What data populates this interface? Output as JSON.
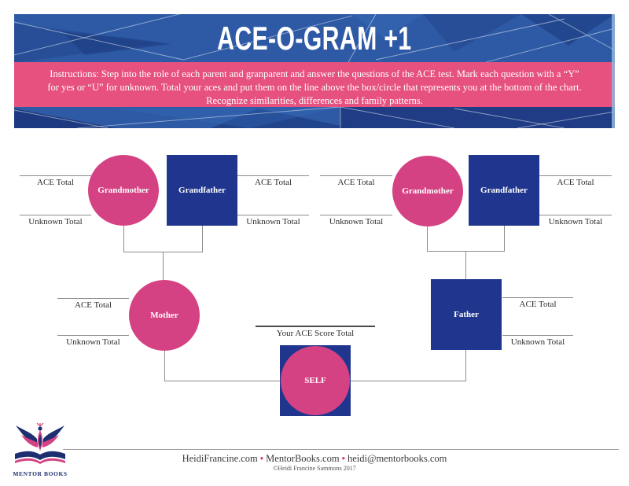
{
  "title": "ACE-O-GRAM +1",
  "instructions": {
    "line1": "Instructions: Step into the role of each parent and granparent and answer the questions of the ACE test.  Mark each question with a “Y”",
    "line2": "for yes or “U” for unknown.  Total your aces and put them on the line above the box/circle that represents you at the bottom of the chart.",
    "line3": "Recognize similarities, differences and family patterns."
  },
  "diagram": {
    "ace_total_label": "ACE Total",
    "unknown_total_label": "Unknown Total",
    "self_score_label": "Your ACE Score Total",
    "people": {
      "maternal_grandmother": "Grandmother",
      "maternal_grandfather": "Grandfather",
      "paternal_grandmother": "Grandmother",
      "paternal_grandfather": "Grandfather",
      "mother": "Mother",
      "father": "Father",
      "self": "SELF"
    }
  },
  "footer": {
    "logo_text": "MENTOR BOOKS",
    "links": [
      "HeidiFrancine.com",
      "MentorBooks.com",
      "heidi@mentorbooks.com"
    ],
    "separator": "•",
    "copyright": "©Heidi Francine Sammons 2017"
  },
  "colors": {
    "banner_blue": "#2e5aa5",
    "facet_navy": "#1d3a80",
    "instruction_pink": "#e6517f",
    "node_pink": "#d54283",
    "node_navy": "#20368e",
    "line_gray": "#8c8c8c"
  }
}
